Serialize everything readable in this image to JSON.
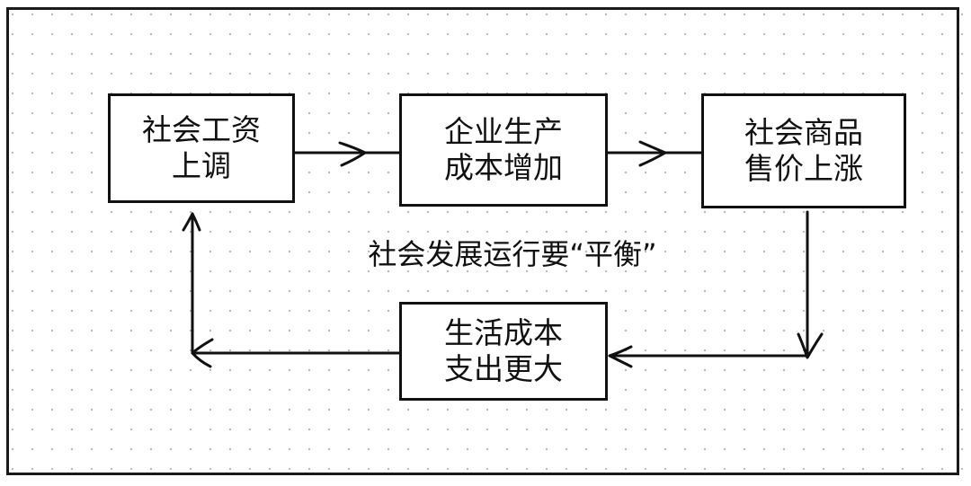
{
  "diagram": {
    "nodes": {
      "wage": {
        "line1": "社会工资",
        "line2": "上调"
      },
      "cost": {
        "line1": "企业生产",
        "line2": "成本增加"
      },
      "price": {
        "line1": "社会商品",
        "line2": "售价上涨"
      },
      "living": {
        "line1": "生活成本",
        "line2": "支出更大"
      }
    },
    "caption": "社会发展运行要“平衡”",
    "edges": [
      {
        "from": "wage",
        "to": "cost"
      },
      {
        "from": "cost",
        "to": "price"
      },
      {
        "from": "price",
        "to": "living"
      },
      {
        "from": "living",
        "to": "wage"
      }
    ]
  }
}
